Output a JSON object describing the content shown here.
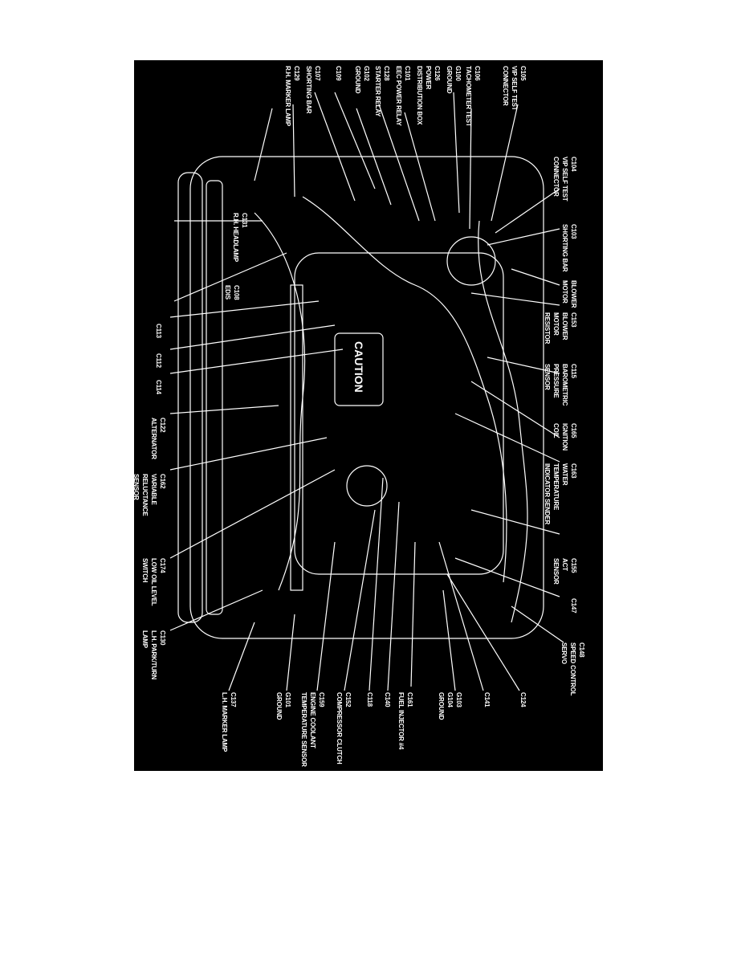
{
  "diagram": {
    "colors": {
      "background": "#000000",
      "lines": "#ffffff"
    },
    "stamp_text": "CAUTION",
    "labels": [
      {
        "id": "c105",
        "lines": [
          "C105",
          "VIP SELF TEST",
          "CONNECTOR"
        ]
      },
      {
        "id": "c106",
        "lines": [
          "C106",
          "TACHOMETER TEST"
        ]
      },
      {
        "id": "g100",
        "lines": [
          "G100",
          "GROUND"
        ]
      },
      {
        "id": "c126",
        "lines": [
          "C126",
          "POWER",
          "DISTRIBUTION BOX"
        ]
      },
      {
        "id": "c101",
        "lines": [
          "C101",
          "EEC POWER RELAY"
        ]
      },
      {
        "id": "c128",
        "lines": [
          "C128",
          "STARTER RELAY"
        ]
      },
      {
        "id": "g102",
        "lines": [
          "G102",
          "GROUND"
        ]
      },
      {
        "id": "c109",
        "lines": [
          "C109"
        ]
      },
      {
        "id": "c107",
        "lines": [
          "C107",
          "SHORTING BAR"
        ]
      },
      {
        "id": "c129",
        "lines": [
          "C129",
          "R.H. MARKER LAMP"
        ]
      },
      {
        "id": "c104",
        "lines": [
          "C104",
          "VIP SELF TEST",
          "CONNECTOR"
        ]
      },
      {
        "id": "c103",
        "lines": [
          "C103",
          "SHORTING BAR"
        ]
      },
      {
        "id": "blower",
        "lines": [
          "BLOWER",
          "MOTOR"
        ]
      },
      {
        "id": "c153",
        "lines": [
          "C153",
          "BLOWER",
          "MOTOR",
          "RESISTOR"
        ]
      },
      {
        "id": "c115",
        "lines": [
          "C115",
          "BAROMETRIC",
          "PRESSURE",
          "SENSOR"
        ]
      },
      {
        "id": "c165",
        "lines": [
          "C165",
          "IGNITION",
          "COIL"
        ]
      },
      {
        "id": "c163",
        "lines": [
          "C163",
          "WATER",
          "TEMPERATURE",
          "INDICATOR SENDER"
        ]
      },
      {
        "id": "c155",
        "lines": [
          "C155",
          "ACT",
          "SENSOR"
        ]
      },
      {
        "id": "c147",
        "lines": [
          "C147"
        ]
      },
      {
        "id": "c148",
        "lines": [
          "C148",
          "SPEED CONTROL",
          "SERVO"
        ]
      },
      {
        "id": "c124",
        "lines": [
          "C124"
        ]
      },
      {
        "id": "c141",
        "lines": [
          "C141"
        ]
      },
      {
        "id": "g103",
        "lines": [
          "G103",
          "G104",
          "GROUND"
        ]
      },
      {
        "id": "c161",
        "lines": [
          "C161",
          "FUEL INJECTOR #4"
        ]
      },
      {
        "id": "c140",
        "lines": [
          "C140"
        ]
      },
      {
        "id": "c118",
        "lines": [
          "C118"
        ]
      },
      {
        "id": "c152",
        "lines": [
          "C152",
          "COMPRESSOR CLUTCH"
        ]
      },
      {
        "id": "c159",
        "lines": [
          "C159",
          "ENGINE COOLANT",
          "TEMPERATURE SENSOR"
        ]
      },
      {
        "id": "g101",
        "lines": [
          "G101",
          "GROUND"
        ]
      },
      {
        "id": "c137",
        "lines": [
          "C137",
          "L.H. MARKER LAMP"
        ]
      },
      {
        "id": "c131",
        "lines": [
          "C131",
          "R.H. HEADLAMP"
        ]
      },
      {
        "id": "c108",
        "lines": [
          "C108",
          "EDIS"
        ]
      },
      {
        "id": "c113",
        "lines": [
          "C113"
        ]
      },
      {
        "id": "c112",
        "lines": [
          "C112"
        ]
      },
      {
        "id": "c114",
        "lines": [
          "C114"
        ]
      },
      {
        "id": "c122",
        "lines": [
          "C122",
          "ALTERNATOR"
        ]
      },
      {
        "id": "c162",
        "lines": [
          "C162",
          "VARIABLE",
          "RELUCTANCE",
          "SENSOR"
        ]
      },
      {
        "id": "c174",
        "lines": [
          "C174",
          "LOW OIL LEVEL",
          "SWITCH"
        ]
      },
      {
        "id": "c130",
        "lines": [
          "C130",
          "L.H. PARK/TURN",
          "LAMP"
        ]
      }
    ]
  }
}
